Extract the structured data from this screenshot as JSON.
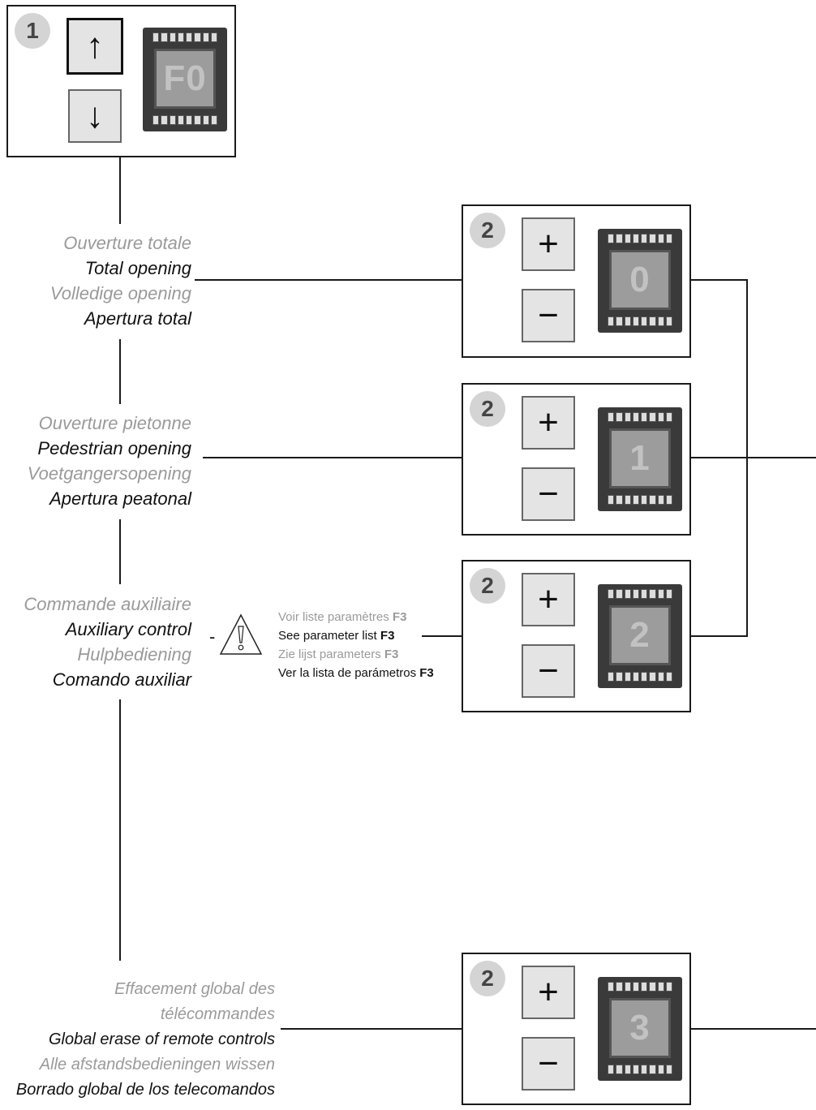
{
  "step1": {
    "badge": "1",
    "up_icon": "arrow-up-icon",
    "down_icon": "arrow-down-icon",
    "up": "↑",
    "down": "↓",
    "display": "F0"
  },
  "options": [
    {
      "lines": [
        "Ouverture totale",
        "Total opening",
        "Volledige opening",
        "Apertura total"
      ],
      "badge": "2",
      "plus": "+",
      "minus": "−",
      "display": "0"
    },
    {
      "lines": [
        "Ouverture pietonne",
        "Pedestrian opening",
        "Voetgangersopening",
        "Apertura peatonal"
      ],
      "badge": "2",
      "plus": "+",
      "minus": "−",
      "display": "1"
    },
    {
      "lines": [
        "Commande auxiliaire",
        "Auxiliary control",
        "Hulpbediening",
        "Comando auxiliar"
      ],
      "badge": "2",
      "plus": "+",
      "minus": "−",
      "display": "2"
    },
    {
      "lines": [
        "Effacement global des télécommandes",
        "Global erase of remote controls",
        "Alle afstandsbedieningen wissen",
        "Borrado global de los telecomandos"
      ],
      "badge": "2",
      "plus": "+",
      "minus": "−",
      "display": "3"
    }
  ],
  "note": {
    "warning_icon": "warning-triangle-icon",
    "dash": "-",
    "code": "F3",
    "lines": [
      "Voir liste paramètres",
      "See parameter list",
      "Zie lijst parameters",
      "Ver la lista de parámetros"
    ]
  },
  "colors": {
    "line": "#1a1a1a",
    "badge": "#d4d4d4",
    "muted_text": "#9a9a9a",
    "button": "#e4e4e4"
  }
}
